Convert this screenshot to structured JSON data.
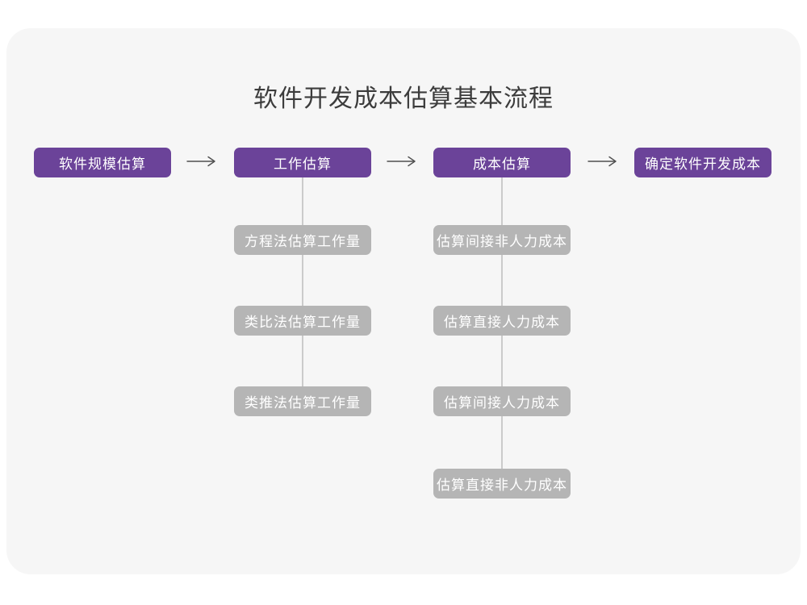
{
  "title": "软件开发成本估算基本流程",
  "colors": {
    "page_bg": "#FFFFFF",
    "card_bg": "#F6F6F6",
    "main_node_bg": "#6B4399",
    "sub_node_bg": "#B5B5B5",
    "node_text": "#FFFFFF",
    "title_text": "#3C3C3C",
    "arrow": "#4F4F4F",
    "connector": "#CBCBCB"
  },
  "flow": {
    "main_steps": [
      {
        "label": "软件规模估算",
        "sub_steps": []
      },
      {
        "label": "工作估算",
        "sub_steps": [
          "方程法估算工作量",
          "类比法估算工作量",
          "类推法估算工作量"
        ]
      },
      {
        "label": "成本估算",
        "sub_steps": [
          "估算间接非人力成本",
          "估算直接人力成本",
          "估算间接人力成本",
          "估算直接非人力成本"
        ]
      },
      {
        "label": "确定软件开发成本",
        "sub_steps": []
      }
    ]
  }
}
